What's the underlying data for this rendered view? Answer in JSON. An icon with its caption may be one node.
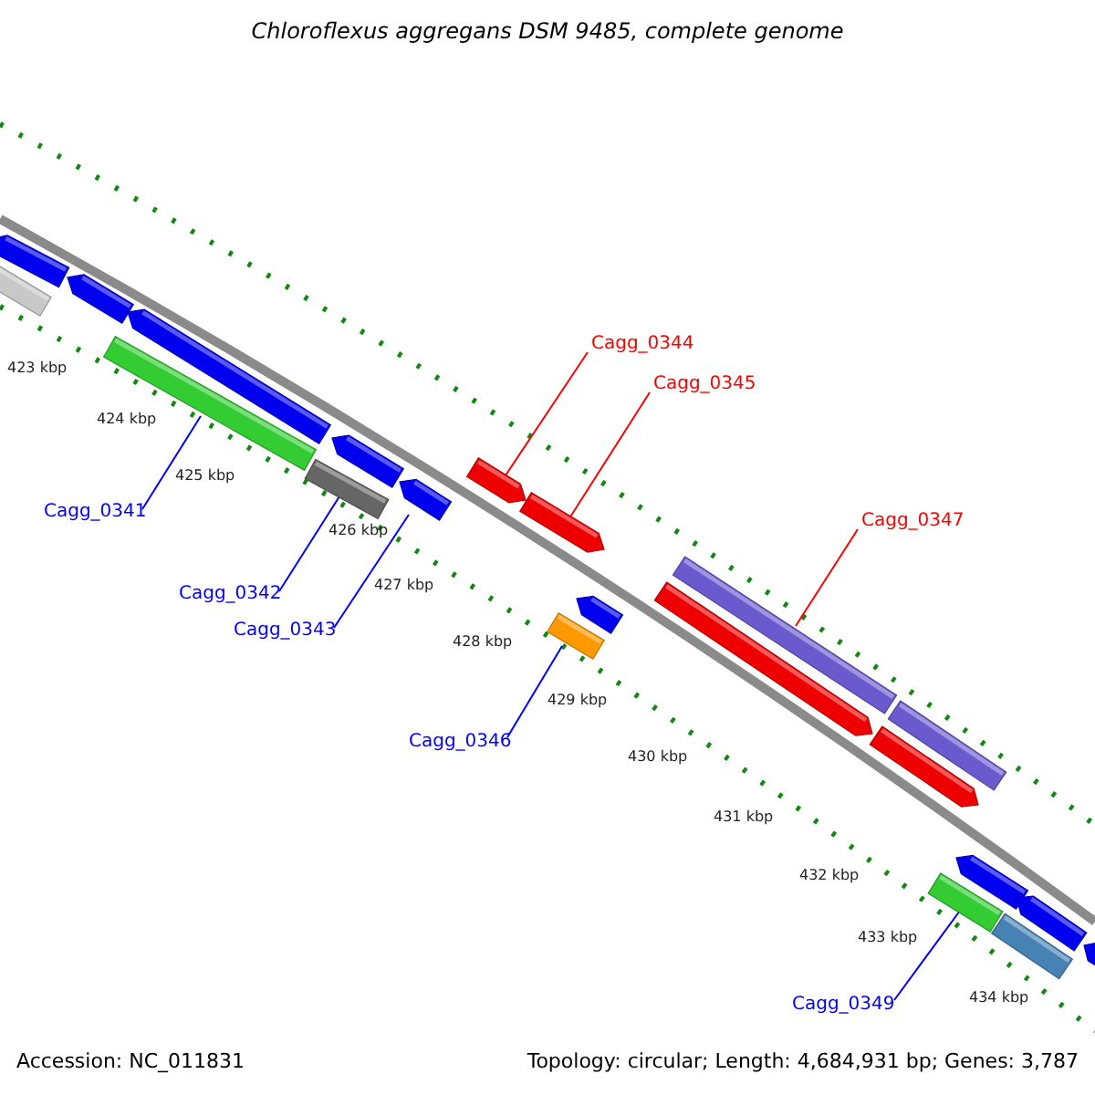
{
  "diagram": {
    "title": "Chloroflexus aggregans DSM 9485, complete genome",
    "nodes": [
      {
        "text": [
          "Cagg_0344"
        ]
      },
      {
        "text": [
          "Cagg_0345"
        ]
      },
      {
        "text": [
          "Cagg_0341"
        ]
      },
      {
        "text": [
          "Cagg_0347"
        ]
      },
      {
        "text": [
          "Cagg_0342"
        ]
      },
      {
        "text": [
          "Cagg_0343"
        ]
      },
      {
        "text": [
          "Cagg_0346"
        ]
      },
      {
        "text": [
          "Cagg_0349"
        ]
      },
      {
        "text": [],
        "shape": "bar"
      },
      {
        "text": [],
        "shape": "bar"
      },
      {
        "text": [],
        "shape": "bar"
      },
      {
        "text": [],
        "shape": "bar"
      },
      {
        "text": [],
        "shape": "bar"
      },
      {
        "text": [],
        "shape": "bar"
      },
      {
        "text": [],
        "shape": "bar"
      },
      {
        "text": [],
        "shape": "bar"
      }
    ],
    "edges": [
      {
        "from": 0,
        "to": 11,
        "arrow": "none",
        "color": "#ff0000"
      },
      {
        "from": 1,
        "to": 12,
        "arrow": "none",
        "color": "#ff0000"
      },
      {
        "from": 2,
        "to": 8,
        "arrow": "none"
      },
      {
        "from": 3,
        "to": 14,
        "arrow": "none",
        "color": "#ff0000"
      },
      {
        "from": 4,
        "to": 9,
        "arrow": "none"
      },
      {
        "from": 5,
        "to": 10,
        "arrow": "none"
      },
      {
        "from": 6,
        "to": 13,
        "arrow": "none"
      },
      {
        "from": 7,
        "to": 15,
        "arrow": "none"
      }
    ],
    "labels": [
      "423 kbp",
      "424 kbp",
      "425 kbp",
      "426 kbp",
      "427 kbp",
      "428 kbp",
      "429 kbp",
      "430 kbp",
      "431 kbp",
      "432 kbp",
      "433 kbp",
      "434 kbp",
      "Accession: NC_011831",
      "Topology: circular; Length: 4,684,931 bp; Genes: 3,787"
    ]
  }
}
